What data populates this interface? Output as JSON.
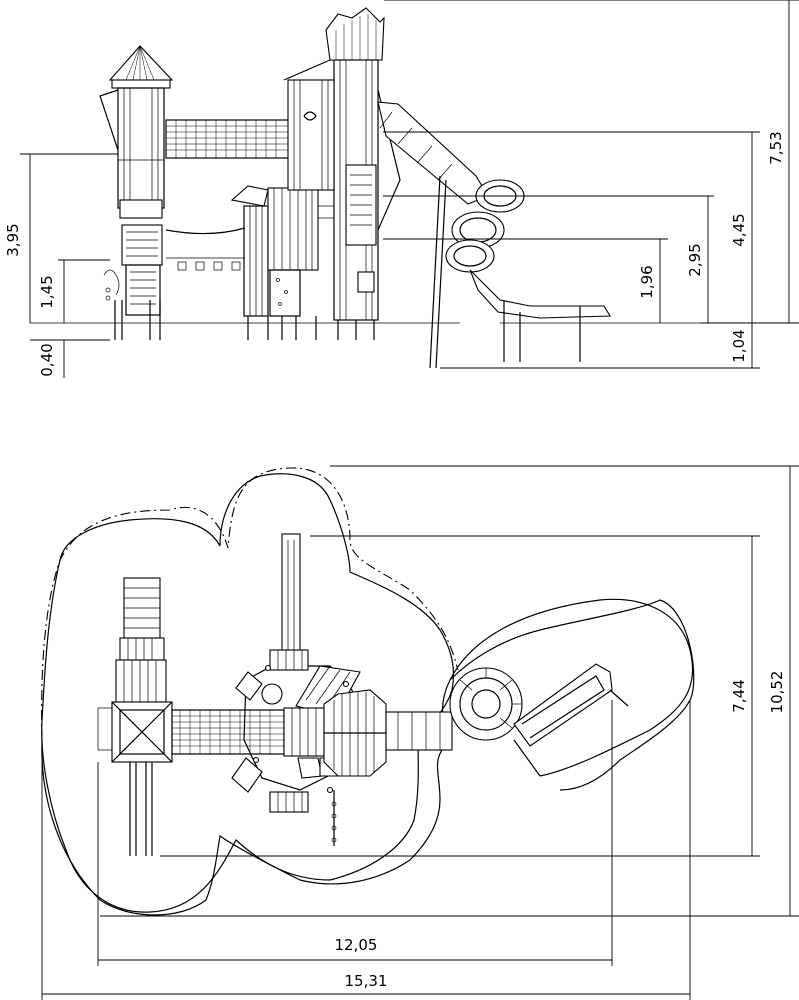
{
  "elevation_dimensions": {
    "left_top": "3,95",
    "left_mid": "1,45",
    "left_bottom": "0,40",
    "right_a": "1,96",
    "right_b": "2,95",
    "right_c": "4,45",
    "right_total": "7,53",
    "right_bottom": "1,04"
  },
  "plan_dimensions": {
    "depth_inner": "7,44",
    "depth_total": "10,52",
    "width_inner": "12,05",
    "width_total": "15,31"
  }
}
